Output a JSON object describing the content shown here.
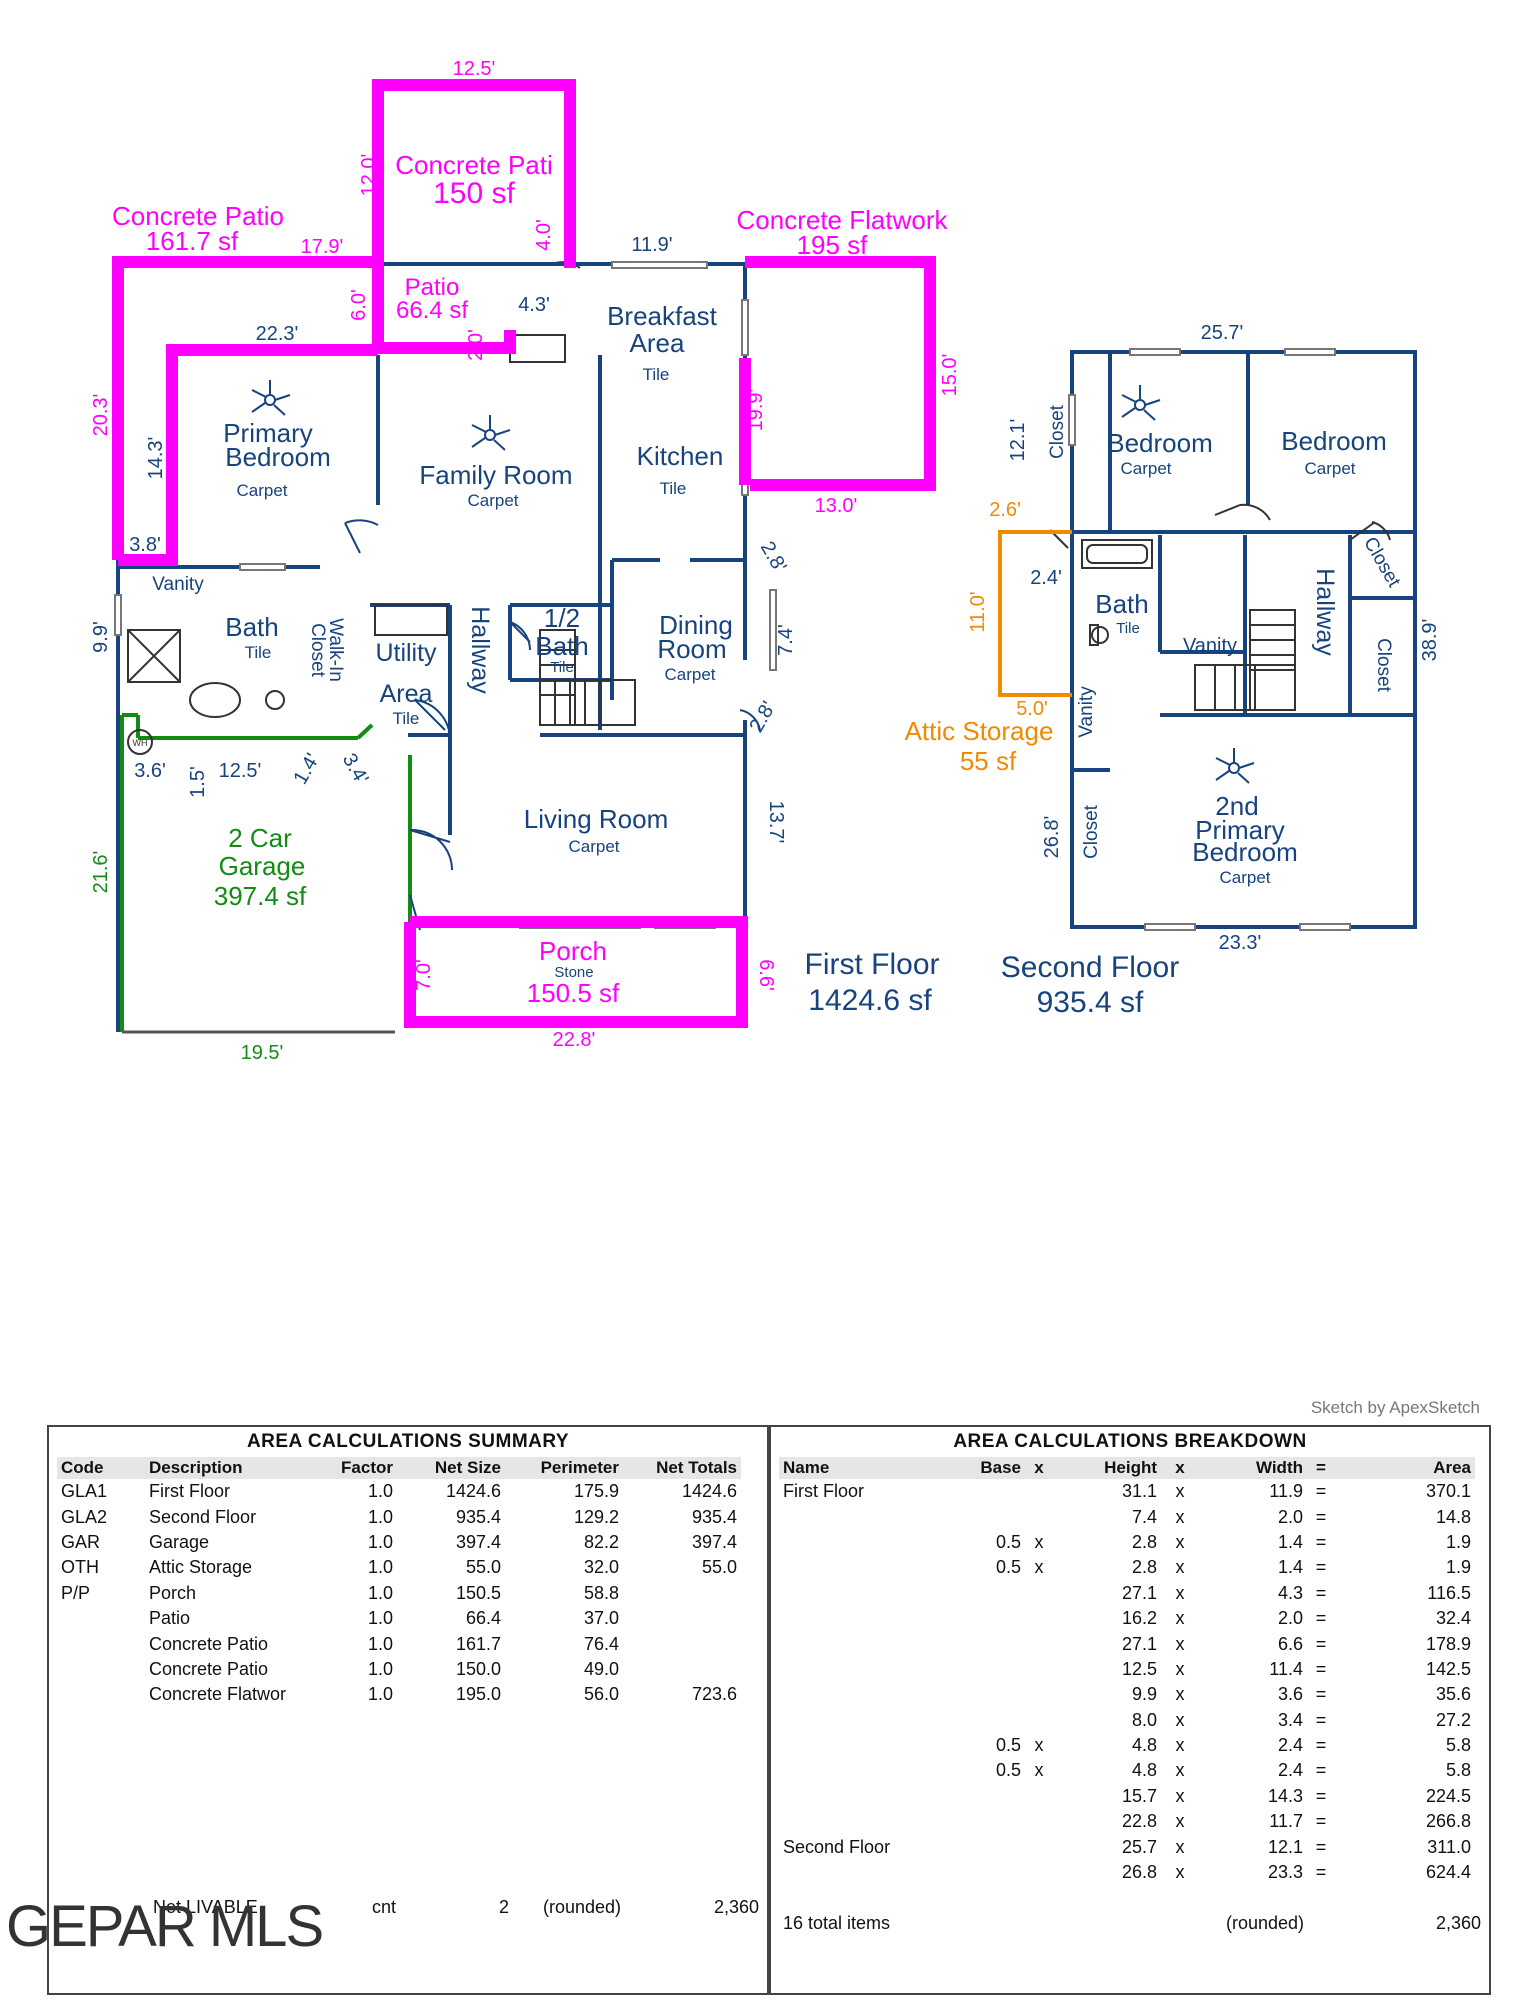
{
  "first_floor": {
    "rooms": {
      "primary_bedroom": [
        "Primary",
        "Bedroom"
      ],
      "primary_bedroom_floor": "Carpet",
      "family_room": "Family Room",
      "family_room_floor": "Carpet",
      "breakfast": [
        "Breakfast",
        "Area"
      ],
      "breakfast_floor": "Tile",
      "kitchen": "Kitchen",
      "kitchen_floor": "Tile",
      "vanity": "Vanity",
      "bath": "Bath",
      "bath_floor": "Tile",
      "walkin": [
        "Walk-In",
        "Closet"
      ],
      "utility": [
        "Utility",
        "Area"
      ],
      "utility_floor": "Tile",
      "hallway": "Hallway",
      "half_bath": [
        "1/2",
        "Bath"
      ],
      "half_bath_floor": "Tile",
      "dining": [
        "Dining",
        "Room"
      ],
      "dining_floor": "Carpet",
      "living": "Living Room",
      "living_floor": "Carpet",
      "garage": [
        "2 Car",
        "Garage",
        "397.4 sf"
      ],
      "porch": [
        "Porch",
        "Stone",
        "150.5 sf"
      ],
      "wh": "WH"
    },
    "label": [
      "First Floor",
      "1424.6 sf"
    ],
    "dims_blue": [
      "11.9'",
      "22.3'",
      "4.3'",
      "14.3'",
      "3.8'",
      "9.9'",
      "2.8'",
      "7.4'",
      "2.8'",
      "13.7'",
      "3.6'",
      "1.5'",
      "12.5'",
      "1.4'",
      "3.4'",
      "19.9'",
      "2.0'"
    ],
    "dims_green": [
      "21.6'",
      "19.5'"
    ],
    "overlays": {
      "patio_top": [
        "Concrete Pati",
        "150 sf"
      ],
      "patio_left": [
        "Concrete Patio",
        "161.7 sf"
      ],
      "patio_mid": [
        "Patio",
        "66.4 sf"
      ],
      "flatwork": [
        "Concrete Flatwork",
        "195 sf"
      ],
      "dims": [
        "12.5'",
        "12.0'",
        "4.0'",
        "17.9'",
        "6.0'",
        "20.3'",
        "15.0'",
        "13.0'",
        "7.0'",
        "22.8'",
        "6.6'"
      ]
    }
  },
  "second_floor": {
    "rooms": {
      "bedroom1": "Bedroom",
      "bedroom1_floor": "Carpet",
      "bedroom2": "Bedroom",
      "bedroom2_floor": "Carpet",
      "closet": "Closet",
      "bath": "Bath",
      "bath_floor": "Tile",
      "vanity": "Vanity",
      "hallway": "Hallway",
      "primary": [
        "2nd",
        "Primary",
        "Bedroom"
      ],
      "primary_floor": "Carpet",
      "vanity_left": "Vanity"
    },
    "dims": [
      "25.7'",
      "12.1'",
      "2.4'",
      "38.9'",
      "26.8'",
      "23.3'"
    ],
    "attic": {
      "label": [
        "Attic Storage",
        "55 sf"
      ],
      "dims": [
        "2.6'",
        "11.0'",
        "5.0'"
      ]
    },
    "label": [
      "Second Floor",
      "935.4 sf"
    ]
  },
  "credit": "Sketch by ApexSketch",
  "summary": {
    "title": "AREA CALCULATIONS SUMMARY",
    "headers": [
      "Code",
      "Description",
      "Factor",
      "Net Size",
      "Perimeter",
      "Net Totals"
    ],
    "rows": [
      [
        "GLA1",
        "First Floor",
        "1.0",
        "1424.6",
        "175.9",
        "1424.6"
      ],
      [
        "GLA2",
        "Second Floor",
        "1.0",
        "935.4",
        "129.2",
        "935.4"
      ],
      [
        "GAR",
        "Garage",
        "1.0",
        "397.4",
        "82.2",
        "397.4"
      ],
      [
        "OTH",
        "Attic Storage",
        "1.0",
        "55.0",
        "32.0",
        "55.0"
      ],
      [
        "P/P",
        "Porch",
        "1.0",
        "150.5",
        "58.8",
        ""
      ],
      [
        "",
        "Patio",
        "1.0",
        "66.4",
        "37.0",
        ""
      ],
      [
        "",
        "Concrete Patio",
        "1.0",
        "161.7",
        "76.4",
        ""
      ],
      [
        "",
        "Concrete Patio",
        "1.0",
        "150.0",
        "49.0",
        ""
      ],
      [
        "",
        "Concrete Flatwor",
        "1.0",
        "195.0",
        "56.0",
        "723.6"
      ]
    ],
    "footer": [
      "Net LIVABLE",
      "cnt",
      "2",
      "(rounded)",
      "2,360"
    ]
  },
  "breakdown": {
    "title": "AREA CALCULATIONS BREAKDOWN",
    "headers": [
      "Name",
      "Base",
      "x",
      "Height",
      "x",
      "Width",
      "=",
      "Area"
    ],
    "rows": [
      [
        "First Floor",
        "",
        "",
        "31.1",
        "x",
        "11.9",
        "=",
        "370.1"
      ],
      [
        "",
        "",
        "",
        "7.4",
        "x",
        "2.0",
        "=",
        "14.8"
      ],
      [
        "",
        "0.5",
        "x",
        "2.8",
        "x",
        "1.4",
        "=",
        "1.9"
      ],
      [
        "",
        "0.5",
        "x",
        "2.8",
        "x",
        "1.4",
        "=",
        "1.9"
      ],
      [
        "",
        "",
        "",
        "27.1",
        "x",
        "4.3",
        "=",
        "116.5"
      ],
      [
        "",
        "",
        "",
        "16.2",
        "x",
        "2.0",
        "=",
        "32.4"
      ],
      [
        "",
        "",
        "",
        "27.1",
        "x",
        "6.6",
        "=",
        "178.9"
      ],
      [
        "",
        "",
        "",
        "12.5",
        "x",
        "11.4",
        "=",
        "142.5"
      ],
      [
        "",
        "",
        "",
        "9.9",
        "x",
        "3.6",
        "=",
        "35.6"
      ],
      [
        "",
        "",
        "",
        "8.0",
        "x",
        "3.4",
        "=",
        "27.2"
      ],
      [
        "",
        "0.5",
        "x",
        "4.8",
        "x",
        "2.4",
        "=",
        "5.8"
      ],
      [
        "",
        "0.5",
        "x",
        "4.8",
        "x",
        "2.4",
        "=",
        "5.8"
      ],
      [
        "",
        "",
        "",
        "15.7",
        "x",
        "14.3",
        "=",
        "224.5"
      ],
      [
        "",
        "",
        "",
        "22.8",
        "x",
        "11.7",
        "=",
        "266.8"
      ],
      [
        "Second Floor",
        "",
        "",
        "25.7",
        "x",
        "12.1",
        "=",
        "311.0"
      ],
      [
        "",
        "",
        "",
        "26.8",
        "x",
        "23.3",
        "=",
        "624.4"
      ]
    ],
    "footer": [
      "16 total items",
      "(rounded)",
      "2,360"
    ]
  },
  "watermark": "GEPAR MLS"
}
